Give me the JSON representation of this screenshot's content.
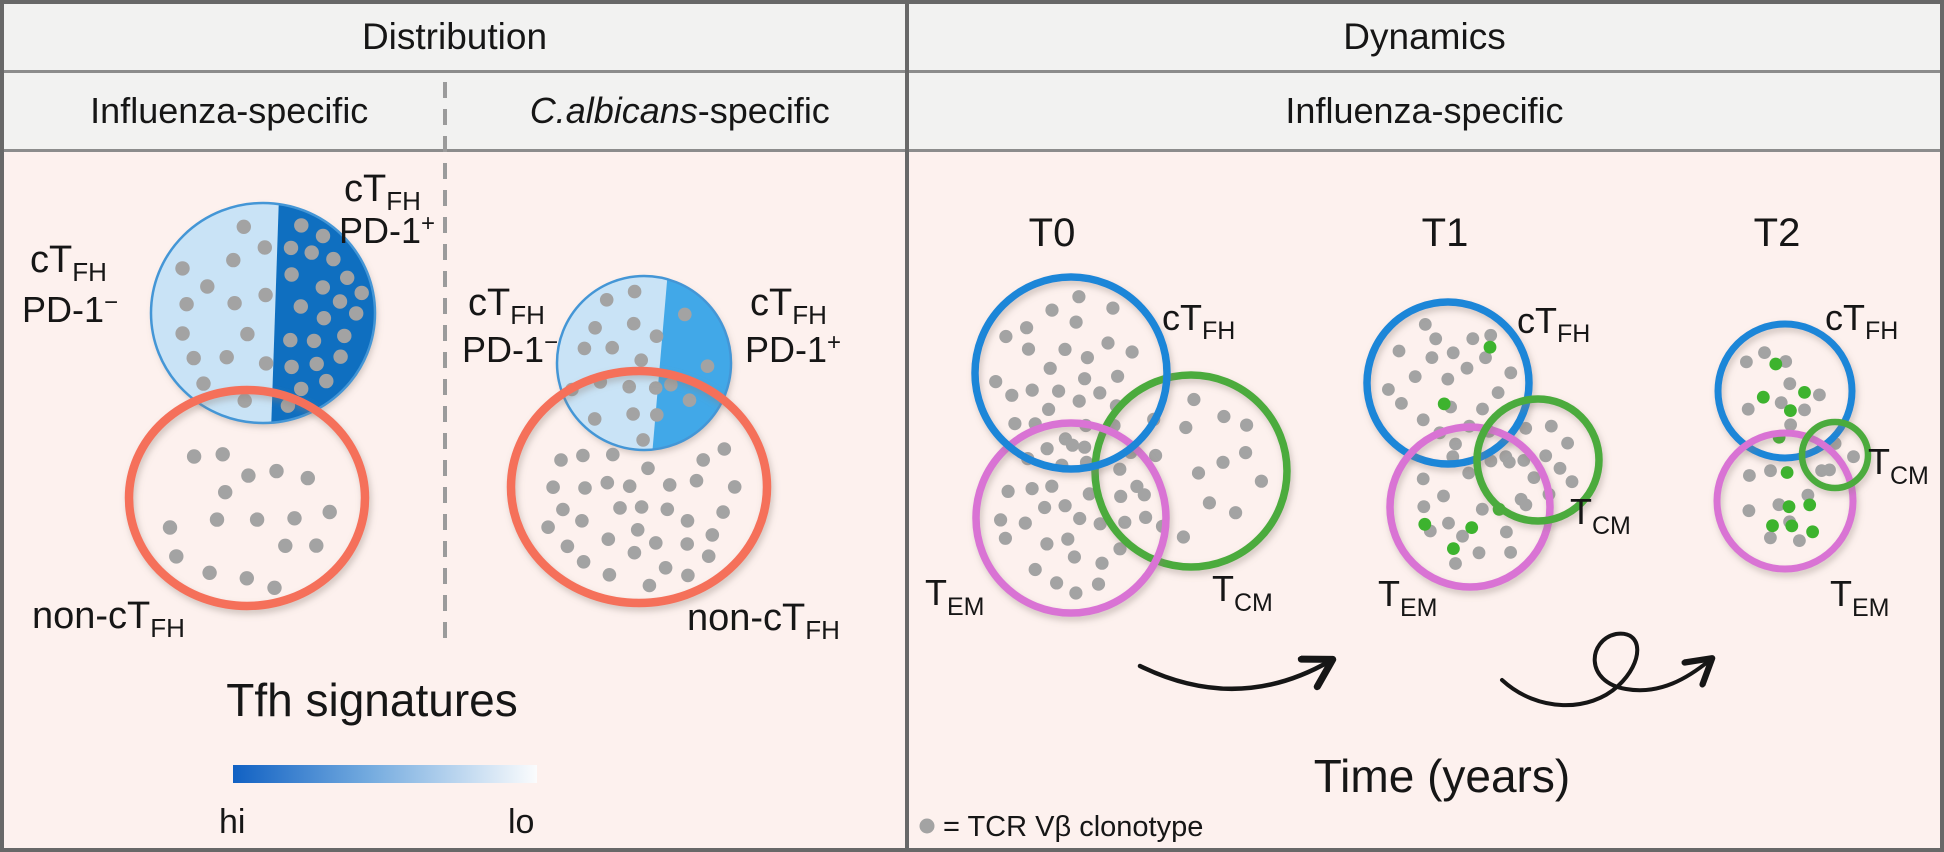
{
  "headers": {
    "distribution": "Distribution",
    "dynamics": "Dynamics",
    "influenza_specific": "Influenza-specific",
    "albicans_italic": "C.albicans",
    "albicans_suffix": "-specific",
    "influenza_specific_right": "Influenza-specific"
  },
  "labels": {
    "ctfh": {
      "base": "cT",
      "sub": "FH"
    },
    "pd1_neg": {
      "base": "PD-1",
      "sup": "−"
    },
    "pd1_pos": {
      "base": "PD-1",
      "sup": "+"
    },
    "non_ctfh": {
      "base": "non-cT",
      "sub": "FH"
    },
    "tem": {
      "base": "T",
      "sub": "EM"
    },
    "tcm": {
      "base": "T",
      "sub": "CM"
    },
    "tfh_signatures": "Tfh signatures",
    "hi": "hi",
    "lo": "lo",
    "t0": "T0",
    "t1": "T1",
    "t2": "T2",
    "time_axis": "Time (years)",
    "legend_text": "= TCR Vβ clonotype"
  },
  "colors": {
    "figure_bg": "#fdf1ee",
    "header_bg": "#f2f2f1",
    "frame_border": "#686868",
    "row_border": "#8c8c8c",
    "dashed_divider": "#9b9b9b",
    "text": "#161616",
    "light_blue_fill": "#c9e3f6",
    "dark_blue_fill": "#0f6fc0",
    "medium_blue_fill": "#41a8e8",
    "blue_edge": "#4496d6",
    "orange_ring": "#f5705a",
    "blue_ring": "#1d86d8",
    "green_ring": "#4cab3d",
    "magenta_ring": "#d973d4",
    "dot_gray": "#a3a3a3",
    "dot_green": "#3db32e",
    "gradient_hi": "#1161c3",
    "gradient_mid": "#74abdf",
    "gradient_lo": "#fbfcfd",
    "arrow": "#161616"
  },
  "dot_counts": {
    "influenza_pd1neg": 15,
    "influenza_pd1pos": 26,
    "influenza_non_ctfh": 17,
    "albicans_pd1neg": 16,
    "albicans_pd1pos": 4,
    "albicans_non_ctfh": 34,
    "t0_ctfh": 28,
    "t0_tcm": 16,
    "t0_tem": 30,
    "t1_ctfh_gray": 22,
    "t1_ctfh_new": 2,
    "t1_tcm_gray": 11,
    "t1_tem_gray": 16,
    "t1_tem_new": 4,
    "t2_ctfh_gray": 9,
    "t2_ctfh_new": 5,
    "t2_tcm_gray": 3,
    "t2_tem_gray": 9,
    "t2_tem_new": 6
  }
}
